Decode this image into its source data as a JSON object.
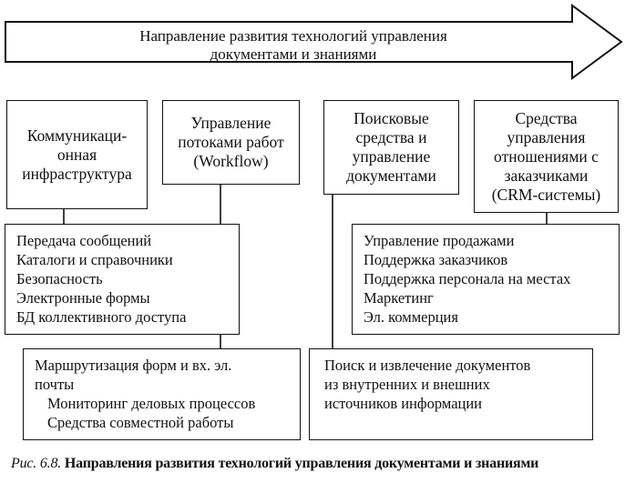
{
  "arrow": {
    "text": "Направление развития технологий управления\nдокументами и знаниями"
  },
  "categories": [
    {
      "title": "Коммуникаци-\nонная\nинфраструктура"
    },
    {
      "title": "Управление\nпотоками работ\n(Workflow)"
    },
    {
      "title": "Поисковые\nсредства и\nуправление\nдокументами"
    },
    {
      "title": "Средства\nуправления\nотношениями с\nзаказчиками\n(CRM-системы)"
    }
  ],
  "lists": {
    "communication": [
      "Передача сообщений",
      "Каталоги и справочники",
      "Безопасность",
      "Электронные формы",
      "БД коллективного доступа"
    ],
    "crm": [
      "Управление продажами",
      "Поддержка заказчиков",
      "Поддержка персонала на местах",
      "Маркетинг",
      "Эл. коммерция"
    ],
    "workflow": [
      "Маршрутизация форм и вх. эл.",
      "почты",
      "Мониторинг деловых процессов",
      "Средства совместной работы"
    ],
    "search": [
      "Поиск и извлечение документов",
      "из внутренних и внешних",
      "источников информации"
    ]
  },
  "caption": {
    "figure": "Рис. 6.8.",
    "text": "Направления развития технологий управления документами и знаниями"
  },
  "colors": {
    "ink": "#111111",
    "background": "#ffffff"
  }
}
